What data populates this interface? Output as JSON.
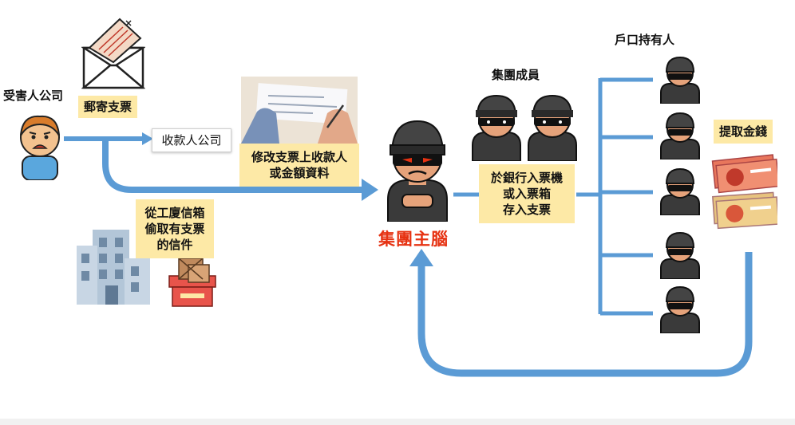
{
  "labels": {
    "victim_company": "受害人公司",
    "mailed_check": "郵寄支票",
    "payee_company": "收款人公司",
    "steal_line1": "從工廈信箱",
    "steal_line2": "偷取有支票",
    "steal_line3": "的信件",
    "modify_line1": "修改支票上收款人",
    "modify_line2": "或金額資料",
    "brain": "集團主腦",
    "members": "集團成員",
    "deposit_line1": "於銀行入票機",
    "deposit_line2": "或入票箱",
    "deposit_line3": "存入支票",
    "account_holders": "戶口持有人",
    "withdraw": "提取金錢"
  },
  "colors": {
    "arrow": "#5b9bd5",
    "label_bg": "#fde9a6",
    "brain_text": "#e63212"
  },
  "icons": [
    "victim-face-icon",
    "envelope-check-icon",
    "check-photo-icon",
    "building-icon",
    "mailbox-icon",
    "thief-mastermind-icon",
    "thief-member-icon",
    "account-holder-icon",
    "cash-icon"
  ]
}
